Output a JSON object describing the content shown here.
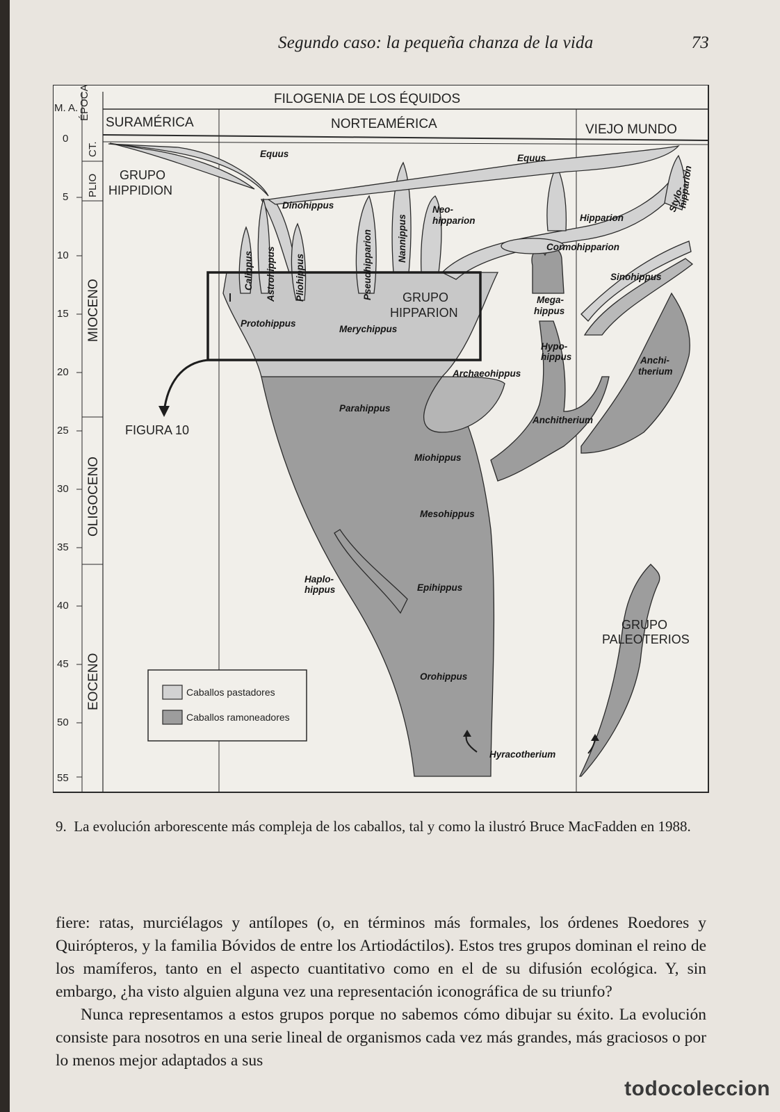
{
  "page": {
    "running_head": "Segundo caso: la pequeña chanza de la vida",
    "page_number": "73"
  },
  "figure": {
    "title": "FILOGENIA DE LOS ÉQUIDOS",
    "time_axis_label": "M. A.",
    "era_header": "ÉPOCA",
    "regions": [
      "SURAMÉRICA",
      "NORTEAMÉRICA",
      "VIEJO MUNDO"
    ],
    "time_ticks": [
      "0",
      "5",
      "10",
      "15",
      "20",
      "25",
      "30",
      "35",
      "40",
      "45",
      "50",
      "55"
    ],
    "epochs": [
      "CT.",
      "PLIO",
      "MIOCENO",
      "OLIGOCENO",
      "EOCENO"
    ],
    "groups": {
      "hippidion": [
        "GRUPO",
        "HIPPIDION"
      ],
      "hipparion": [
        "GRUPO",
        "HIPPARION"
      ],
      "paleoterios": [
        "GRUPO",
        "PALEOTERIOS"
      ],
      "figura10": "FIGURA 10"
    },
    "taxa": {
      "equus_na": "Equus",
      "equus_ow": "Equus",
      "dinohippus": "Dinohippus",
      "calippus": "Calippus",
      "astrohippus": "Astrohippus",
      "pliohippus": "Pliohippus",
      "pseudhipparion": "Pseudhipparion",
      "nannippus": "Nannippus",
      "neohipparion": [
        "Neo-",
        "hipparion"
      ],
      "hipparion": "Hipparion",
      "stylohipparion": [
        "Stylo-",
        "hipparion"
      ],
      "cormohipparion": "Cormohipparion",
      "sinohippus": "Sinohippus",
      "protohippus": "Protohippus",
      "merychippus": "Merychippus",
      "megahippus": [
        "Mega-",
        "hippus"
      ],
      "hypohippus": [
        "Hypo-",
        "hippus"
      ],
      "archaeohippus": "Archaeohippus",
      "anchitherium_ow": [
        "Anchi-",
        "therium"
      ],
      "anchitherium_na": "Anchitherium",
      "parahippus": "Parahippus",
      "miohippus": "Miohippus",
      "mesohippus": "Mesohippus",
      "haplohippus": [
        "Haplo-",
        "hippus"
      ],
      "epihippus": "Epihippus",
      "orohippus": "Orohippus",
      "hyracotherium": "Hyracotherium"
    },
    "legend": [
      {
        "label": "Caballos pastadores",
        "color": "#d2d2d2"
      },
      {
        "label": "Caballos ramoneadores",
        "color": "#9d9d9d"
      }
    ]
  },
  "caption": {
    "number": "9.",
    "text": "La evolución arborescente más compleja de los caballos, tal y como la ilustró Bruce MacFadden en 1988."
  },
  "body": {
    "paragraph1": "fiere: ratas, murciélagos y antílopes (o, en términos más formales, los órdenes Roedores y Quirópteros, y la familia Bóvidos de entre los Artiodáctilos). Estos tres grupos dominan el reino de los mamíferos, tanto en el aspecto cuantitativo como en el de su difusión ecológica. Y, sin embargo, ¿ha visto alguien alguna vez una representación iconográfica de su triunfo?",
    "paragraph2": "Nunca representamos a estos grupos porque no sabemos cómo dibujar su éxito. La evolución consiste para nosotros en una serie lineal de organismos cada vez más grandes, más graciosos o por lo menos mejor adaptados a sus"
  },
  "watermark": "todocoleccion"
}
